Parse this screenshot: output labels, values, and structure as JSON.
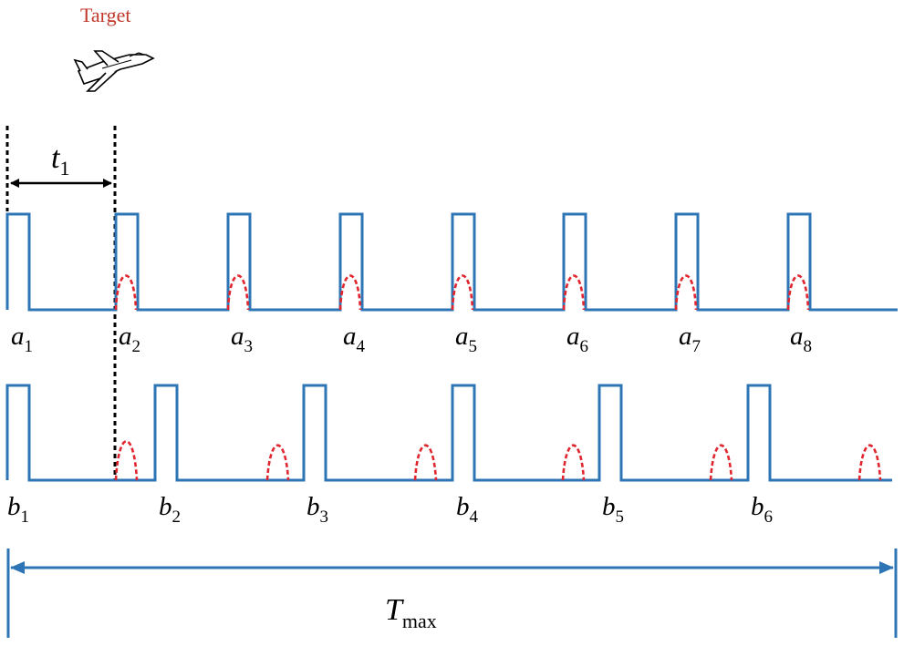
{
  "target_label": "Target",
  "interval": {
    "main": "t",
    "sub": "1"
  },
  "total": {
    "main": "T",
    "sub": "max"
  },
  "colors": {
    "pulse": "#2e75b6",
    "echo": "#e0262e",
    "marker": "#000000",
    "title": "#c0392b"
  },
  "icons": {
    "target": "jet-aircraft-icon"
  },
  "series_a": {
    "labels": [
      {
        "main": "a",
        "sub": "1"
      },
      {
        "main": "a",
        "sub": "2"
      },
      {
        "main": "a",
        "sub": "3"
      },
      {
        "main": "a",
        "sub": "4"
      },
      {
        "main": "a",
        "sub": "5"
      },
      {
        "main": "a",
        "sub": "6"
      },
      {
        "main": "a",
        "sub": "7"
      },
      {
        "main": "a",
        "sub": "8"
      }
    ]
  },
  "series_b": {
    "labels": [
      {
        "main": "b",
        "sub": "1"
      },
      {
        "main": "b",
        "sub": "2"
      },
      {
        "main": "b",
        "sub": "3"
      },
      {
        "main": "b",
        "sub": "4"
      },
      {
        "main": "b",
        "sub": "5"
      },
      {
        "main": "b",
        "sub": "6"
      }
    ]
  }
}
